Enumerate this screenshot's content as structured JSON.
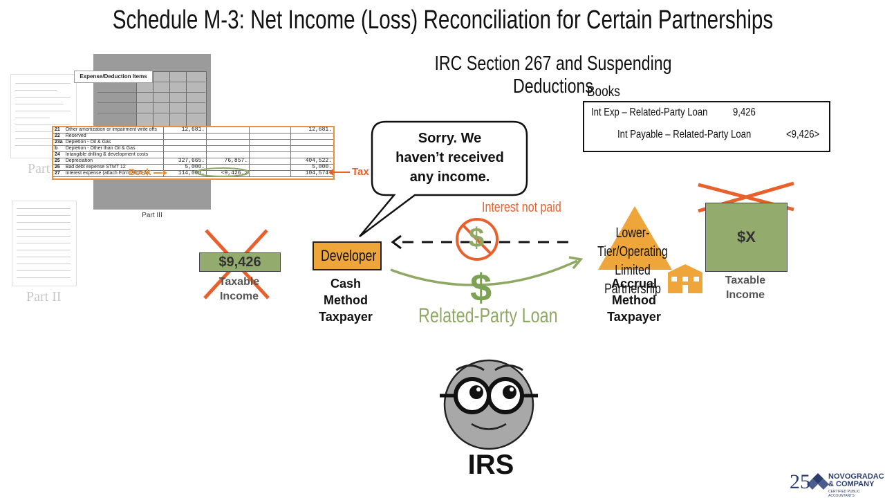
{
  "slide": {
    "title": "Schedule M-3: Net Income (Loss) Reconciliation for Certain Partnerships",
    "subtitle": "IRC Section 267 and Suspending Deductions"
  },
  "form_thumbnails": {
    "part_i_label": "Part I",
    "part_ii_label": "Part II",
    "part_iii_label": "Part III",
    "expense_tag": "Expense/Deduction Items"
  },
  "form_zoom": {
    "rows": [
      {
        "line": "21",
        "desc": "Other amortization or impairment write offs",
        "c1": "12,681.",
        "c2": "",
        "c3": "",
        "c4": "12,681."
      },
      {
        "line": "22",
        "desc": "Reserved",
        "c1": "",
        "c2": "",
        "c3": "",
        "c4": ""
      },
      {
        "line": "23a",
        "desc": "Depletion - Oil & Gas",
        "c1": "",
        "c2": "",
        "c3": "",
        "c4": ""
      },
      {
        "line": "b",
        "desc": "Depletion - Other than Oil & Gas",
        "c1": "",
        "c2": "",
        "c3": "",
        "c4": ""
      },
      {
        "line": "24",
        "desc": "Intangible drilling & development costs",
        "c1": "",
        "c2": "",
        "c3": "",
        "c4": ""
      },
      {
        "line": "25",
        "desc": "Depreciation",
        "c1": "327,665.",
        "c2": "76,857.",
        "c3": "",
        "c4": "404,522."
      },
      {
        "line": "26",
        "desc": "Bad debt expense      STMT 12",
        "c1": "5,000.",
        "c2": "",
        "c3": "",
        "c4": "5,000."
      },
      {
        "line": "27",
        "desc": "Interest expense (attach Form 8916-A)",
        "c1": "114,000.",
        "c2": "<9,426.>",
        "c3": "",
        "c4": "104,574."
      }
    ],
    "book_label": "Book",
    "tax_label": "Tax"
  },
  "books": {
    "title": "Books",
    "entry1_account": "Int Exp – Related-Party Loan",
    "entry1_amount": "9,426",
    "entry2_account": "Int Payable – Related-Party Loan",
    "entry2_amount": "<9,426>"
  },
  "speech_bubble": {
    "line1": "Sorry.  We",
    "line2": "haven’t received",
    "line3": "any income."
  },
  "interest_not_paid": "Interest not paid",
  "developer": {
    "label": "Developer",
    "method_line1": "Cash",
    "method_line2": "Method",
    "method_line3": "Taxpayer"
  },
  "left_income": {
    "value": "$9,426",
    "label_line1": "Taxable",
    "label_line2": "Income"
  },
  "lower_tier": {
    "label_line1": "Lower-Tier/Operating",
    "label_line2": "Limited Partnership",
    "method_line1": "Accrual",
    "method_line2": "Method",
    "method_line3": "Taxpayer"
  },
  "right_income": {
    "value": "$X",
    "label_line1": "Taxable",
    "label_line2": "Income"
  },
  "loan": {
    "dollar": "$",
    "label": "Related-Party Loan"
  },
  "irs": {
    "label": "IRS"
  },
  "logo": {
    "years": "25",
    "line1": "NOVOGRADAC",
    "line2": "& COMPANY",
    "sub": "CERTIFIED PUBLIC ACCOUNTANTS"
  },
  "colors": {
    "orange": "#e8612c",
    "amber": "#eea53a",
    "green": "#8fa965",
    "box_green": "#93ab6c"
  }
}
